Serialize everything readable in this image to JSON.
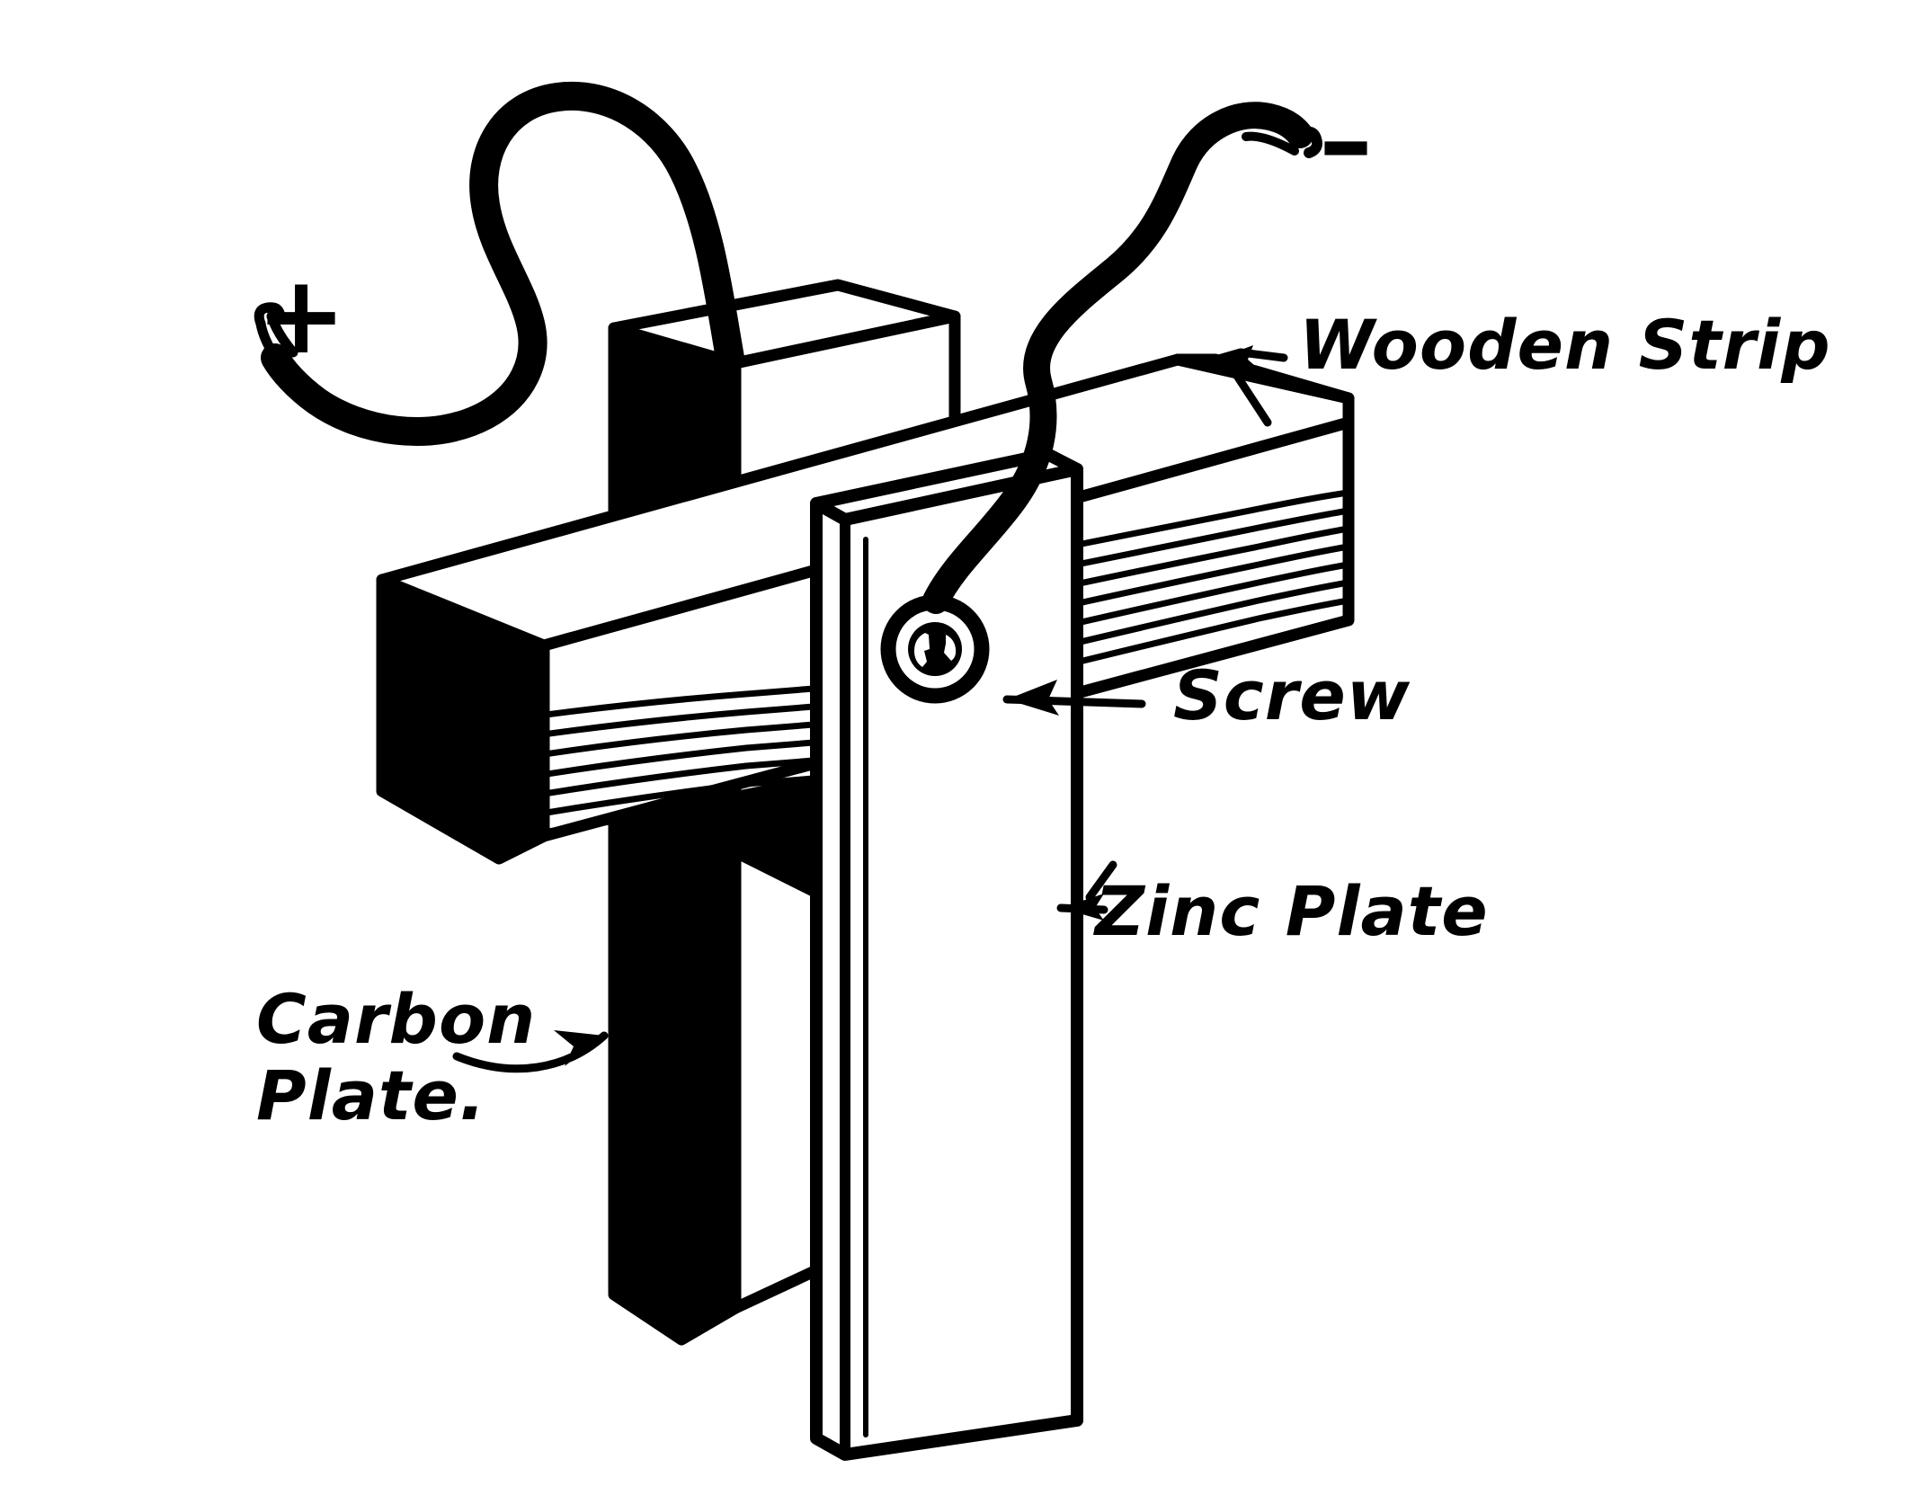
{
  "figure": {
    "title": "Carbon and Zinc Plate Cell Element",
    "medium": "pen-and-ink line drawing",
    "background_color": "#ffffff",
    "ink_color": "#000000"
  },
  "labels": {
    "wooden_strip": "Wooden Strip",
    "screw": "Screw",
    "zinc_plate": "Zinc Plate",
    "carbon_plate_line1": "Carbon",
    "carbon_plate_line2": "Plate."
  },
  "terminals": {
    "positive_sign": "+",
    "negative_sign": "–",
    "positive_name": "positive-terminal",
    "negative_name": "negative-terminal"
  },
  "parts": [
    {
      "name": "wooden-strip",
      "label": "Wooden Strip",
      "fill": "#ffffff",
      "detail": "end-grain wavy lines"
    },
    {
      "name": "carbon-plate",
      "label": "Carbon Plate.",
      "fill": "#000000",
      "detail": "dark slab behind"
    },
    {
      "name": "zinc-plate",
      "label": "Zinc Plate",
      "fill": "#ffffff",
      "detail": "light slab in front"
    },
    {
      "name": "screw",
      "label": "Screw",
      "fill": "#000000",
      "detail": "round slotted head"
    },
    {
      "name": "positive-wire",
      "label": "+",
      "fill": "#000000",
      "detail": "curved lead to carbon plate"
    },
    {
      "name": "negative-wire",
      "label": "–",
      "fill": "#000000",
      "detail": "wavy lead to screw on zinc plate"
    }
  ],
  "icons": {
    "plus": "plus-icon",
    "minus": "minus-icon",
    "arrow": "arrow-icon"
  }
}
